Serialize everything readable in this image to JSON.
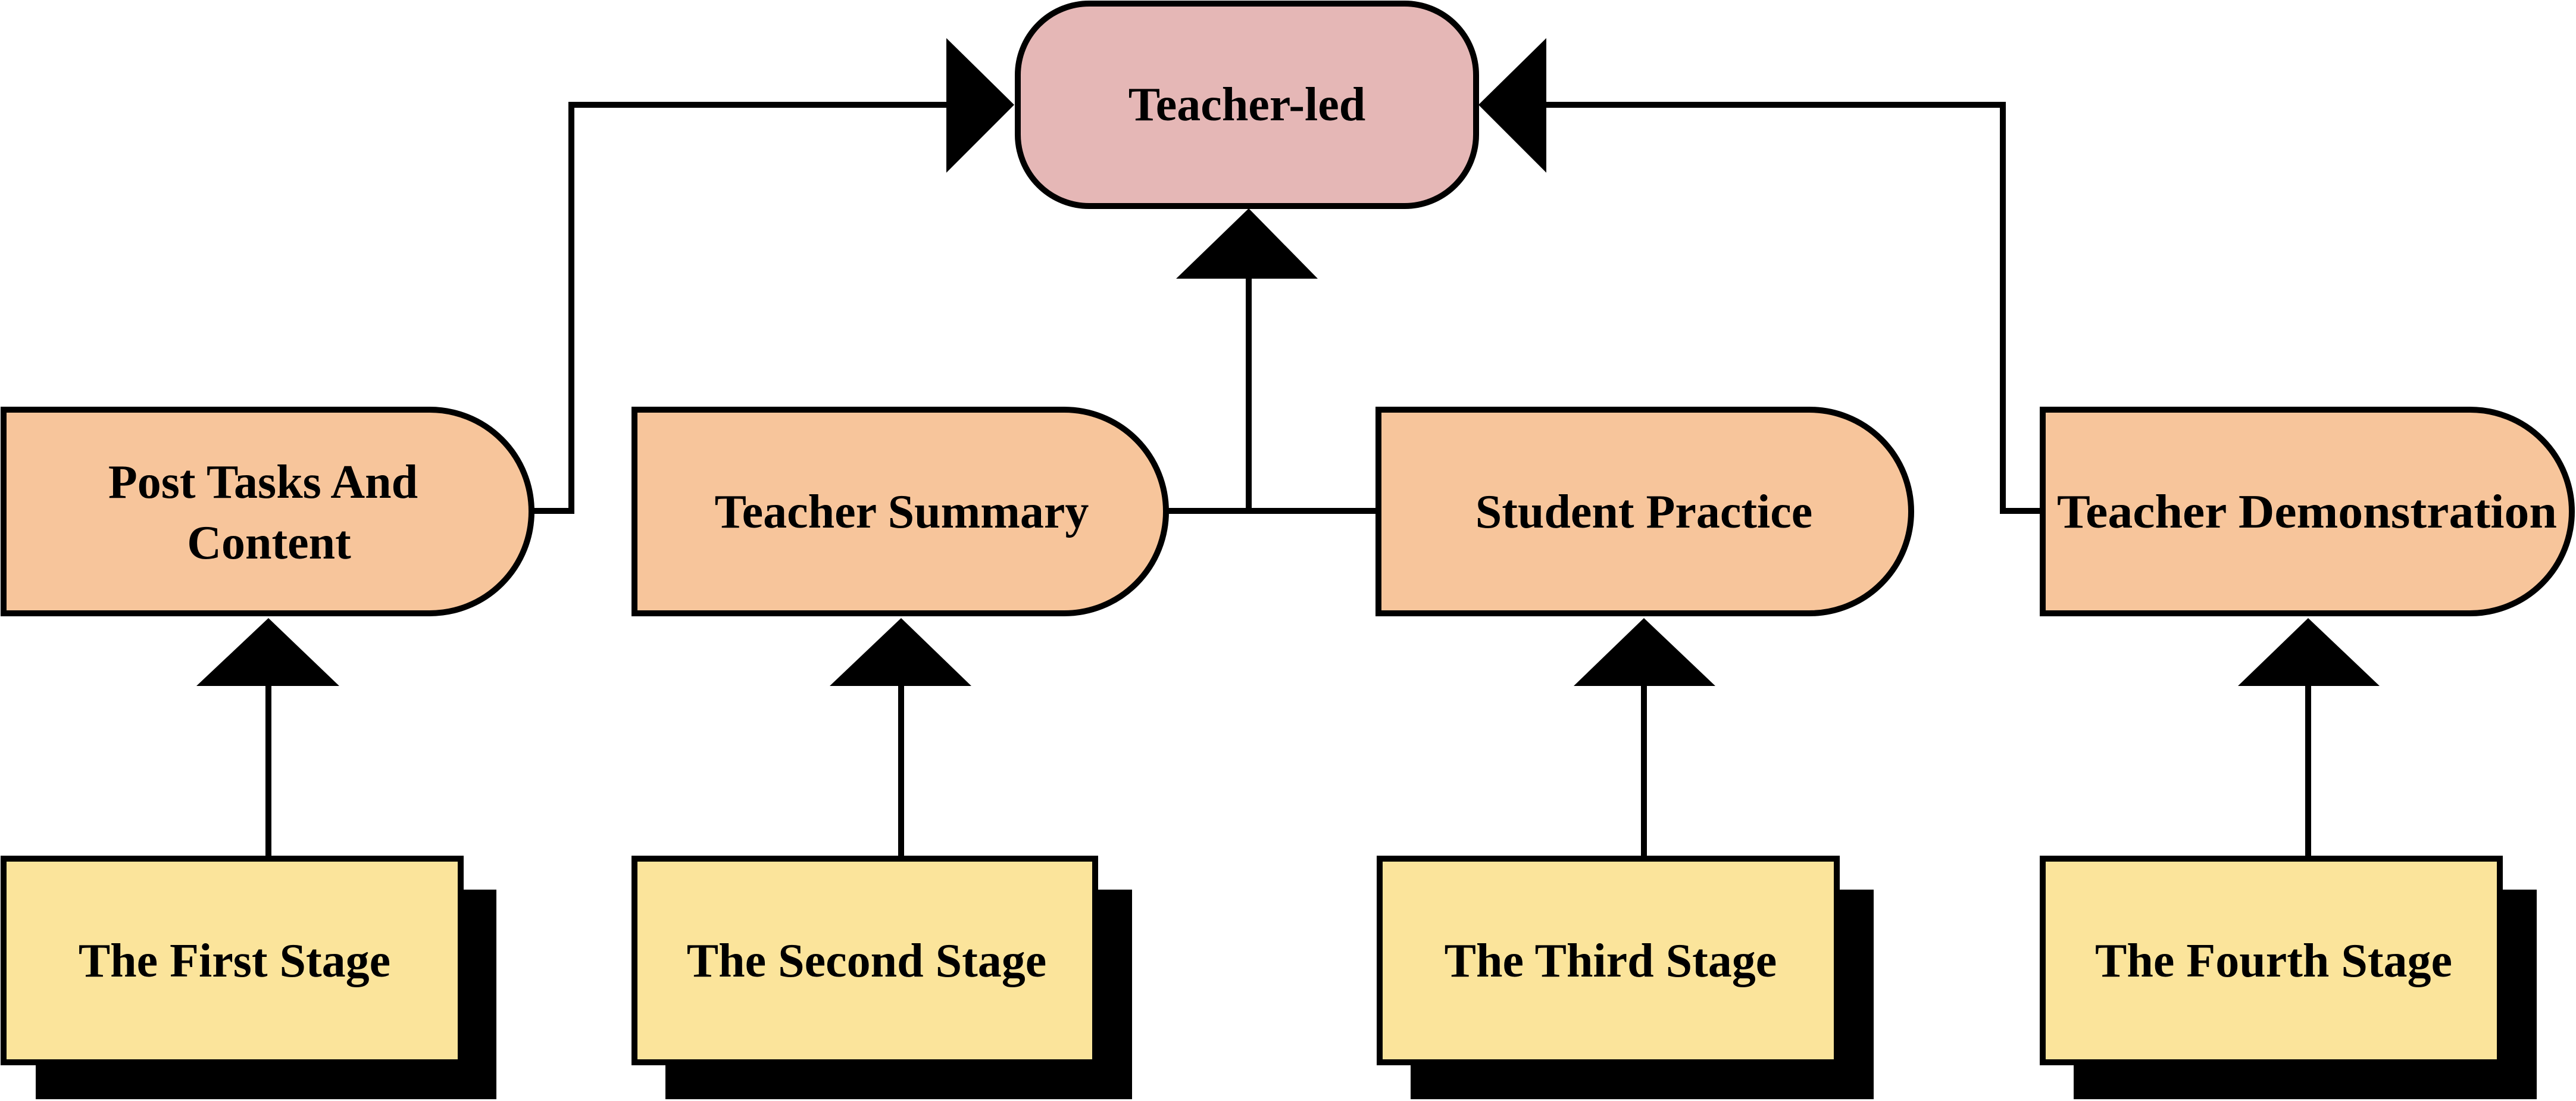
{
  "colors": {
    "root_fill": "#e5b7b6",
    "activity_fill": "#f7c59b",
    "stage_fill": "#fbe49b",
    "stroke": "#000000",
    "shadow": "#000000",
    "background": "#ffffff"
  },
  "root": {
    "label": "Teacher-led"
  },
  "activities": [
    {
      "lines": [
        "Post Tasks And",
        "Content"
      ]
    },
    {
      "lines": [
        "Teacher Summary"
      ]
    },
    {
      "lines": [
        "Student Practice"
      ]
    },
    {
      "lines": [
        "Teacher Demonstration"
      ]
    }
  ],
  "stages": [
    {
      "label": "The First Stage"
    },
    {
      "label": "The Second Stage"
    },
    {
      "label": "The Third Stage"
    },
    {
      "label": "The Fourth Stage"
    }
  ]
}
